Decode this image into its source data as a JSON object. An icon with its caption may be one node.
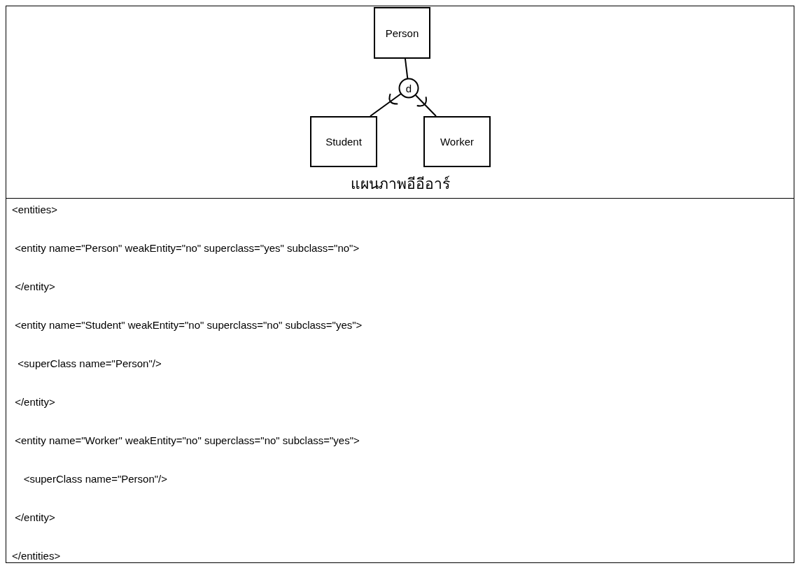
{
  "diagram": {
    "caption": "แผนภาพอีอีอาร์",
    "nodes": [
      {
        "text": [
          "Person"
        ]
      },
      {
        "text": [
          "d"
        ]
      },
      {
        "text": [
          "Student"
        ]
      },
      {
        "text": [
          "Worker"
        ]
      }
    ],
    "edges": [
      {
        "from": 0,
        "to": 1,
        "arrow": "none"
      },
      {
        "from": 1,
        "to": 2,
        "arrow": "other"
      },
      {
        "from": 1,
        "to": 3,
        "arrow": "other"
      }
    ],
    "labels": [
      "<entities>",
      " <entity name=\"Person\" weakEntity=\"no\" superclass=\"yes\" subclass=\"no\">",
      " </entity>",
      " <entity name=\"Student\" weakEntity=\"no\" superclass=\"no\" subclass=\"yes\">",
      "  <superClass name=\"Person\"/>",
      " </entity>",
      " <entity name=\"Worker\" weakEntity=\"no\" superclass=\"no\" subclass=\"yes\">",
      "    <superClass name=\"Person\"/>",
      " </entity>",
      "</entities>"
    ]
  }
}
